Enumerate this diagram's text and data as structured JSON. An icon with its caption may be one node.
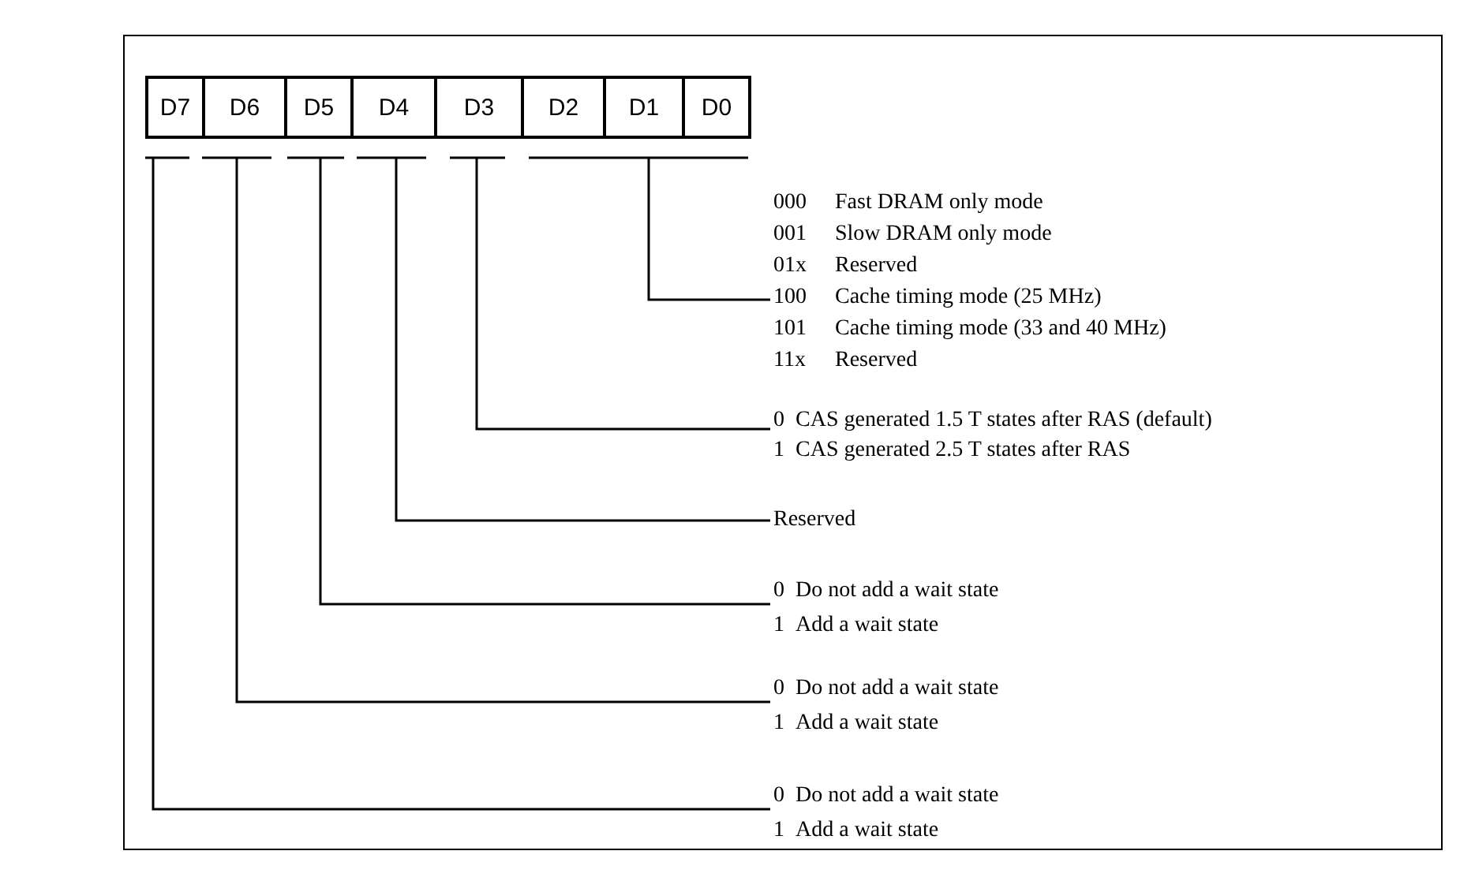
{
  "diagram": {
    "nodes": [
      {
        "text": [
          "D7"
        ]
      },
      {
        "text": [
          "D6"
        ]
      },
      {
        "text": [
          "D5"
        ]
      },
      {
        "text": [
          "D4"
        ]
      },
      {
        "text": [
          "D3"
        ]
      },
      {
        "text": [
          "D2"
        ]
      },
      {
        "text": [
          "D1"
        ]
      },
      {
        "text": [
          "D0"
        ]
      },
      {
        "text": [
          "000",
          "Fast DRAM only mode",
          "001",
          "Slow DRAM only mode",
          "01x",
          "Reserved",
          "100",
          "Cache timing mode (25 MHz)",
          "101",
          "Cache timing mode (33 and 40 MHz)",
          "11x",
          "Reserved"
        ]
      },
      {
        "text": [
          "0",
          "CAS generated 1.5 T states after RAS (default)",
          "1",
          "CAS generated 2.5 T states after RAS"
        ]
      },
      {
        "text": [
          "Reserved"
        ]
      },
      {
        "text": [
          "0",
          "Do not add a wait state",
          "1",
          "Add a wait state"
        ]
      },
      {
        "text": [
          "0",
          "Do not add a wait state",
          "1",
          "Add a wait state"
        ]
      },
      {
        "text": [
          "0",
          "Do not add a wait state",
          "1",
          "Add a wait state"
        ]
      }
    ],
    "edges": [
      {
        "from": 5,
        "to": 8,
        "arrow": "none"
      },
      {
        "from": 6,
        "to": 8,
        "arrow": "none"
      },
      {
        "from": 7,
        "to": 8,
        "arrow": "none"
      },
      {
        "from": 4,
        "to": 9,
        "arrow": "none"
      },
      {
        "from": 3,
        "to": 10,
        "arrow": "none"
      },
      {
        "from": 2,
        "to": 11,
        "arrow": "none"
      },
      {
        "from": 1,
        "to": 12,
        "arrow": "none"
      },
      {
        "from": 0,
        "to": 13,
        "arrow": "none"
      }
    ]
  }
}
